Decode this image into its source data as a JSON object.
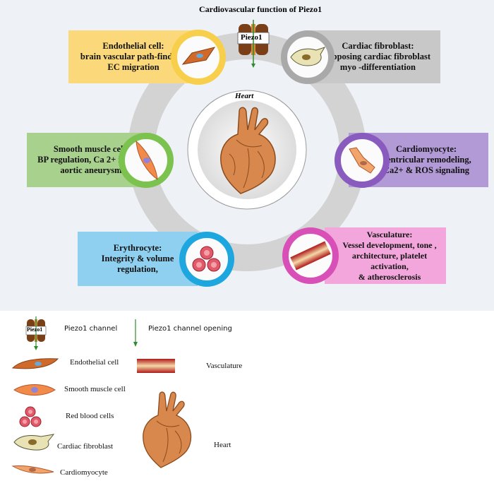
{
  "title": "Cardiovascular function of Piezo1",
  "center": {
    "label": "Heart"
  },
  "channel_label": "Piezo1",
  "cells": {
    "endothelial": {
      "lines": [
        "Endothelial cell:",
        "brain vascular path-finding,",
        "EC migration"
      ],
      "color": "#fbd97a",
      "ring": "#f7cf4a"
    },
    "fibroblast": {
      "lines": [
        "Cardiac fibroblast:",
        "Opposing cardiac fibroblast",
        "myo -differentiation"
      ],
      "color": "#c8c8c8",
      "ring": "#a9a9a9"
    },
    "smooth_muscle": {
      "lines": [
        "Smooth muscle cell:",
        "BP regulation, Ca 2+ influx ,",
        "aortic aneurysm"
      ],
      "color": "#a9d18e",
      "ring": "#7cc24e"
    },
    "cardiomyocyte": {
      "lines": [
        "Cardiomyocyte:",
        "Ventricular remodeling,",
        "Ca2+ & ROS signaling"
      ],
      "color": "#b29ad6",
      "ring": "#8a5bbf"
    },
    "erythrocyte": {
      "lines": [
        "Erythrocyte:",
        "Integrity &  volume",
        "regulation,"
      ],
      "color": "#8fd0f0",
      "ring": "#1ea6df"
    },
    "vasculature": {
      "lines": [
        "Vasculature:",
        "Vessel development, tone ,",
        "architecture, platelet",
        "activation,",
        "& atherosclerosis"
      ],
      "color": "#f2a6dc",
      "ring": "#d94fb8"
    }
  },
  "legend": {
    "piezo1_channel": "Piezo1 channel",
    "channel_opening": "Piezo1 channel opening",
    "endothelial": "Endothelial cell",
    "vasculature": "Vasculature",
    "smooth_muscle": "Smooth muscle cell",
    "rbc": "Red blood cells",
    "heart": "Heart",
    "fibroblast": "Cardiac fibroblast",
    "cardiomyocyte": "Cardiomyocyte"
  }
}
